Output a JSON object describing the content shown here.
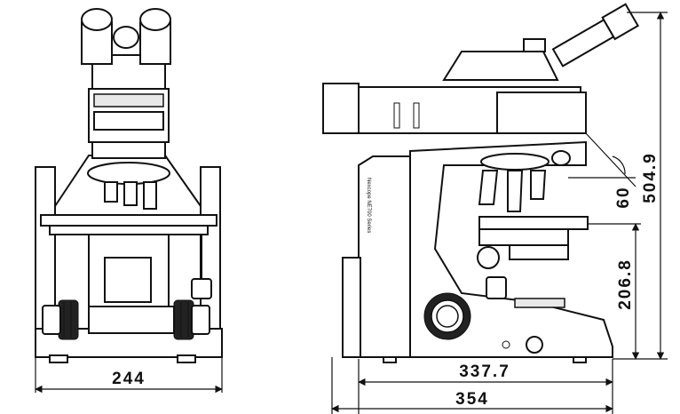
{
  "dimensions": {
    "front_width": "244",
    "side_depth_base": "337.7",
    "side_depth_total": "354",
    "height_total": "504.9",
    "height_stage": "206.8",
    "eyepiece_angle": "60"
  },
  "brand_text": "Nexcope NE700 Series"
}
